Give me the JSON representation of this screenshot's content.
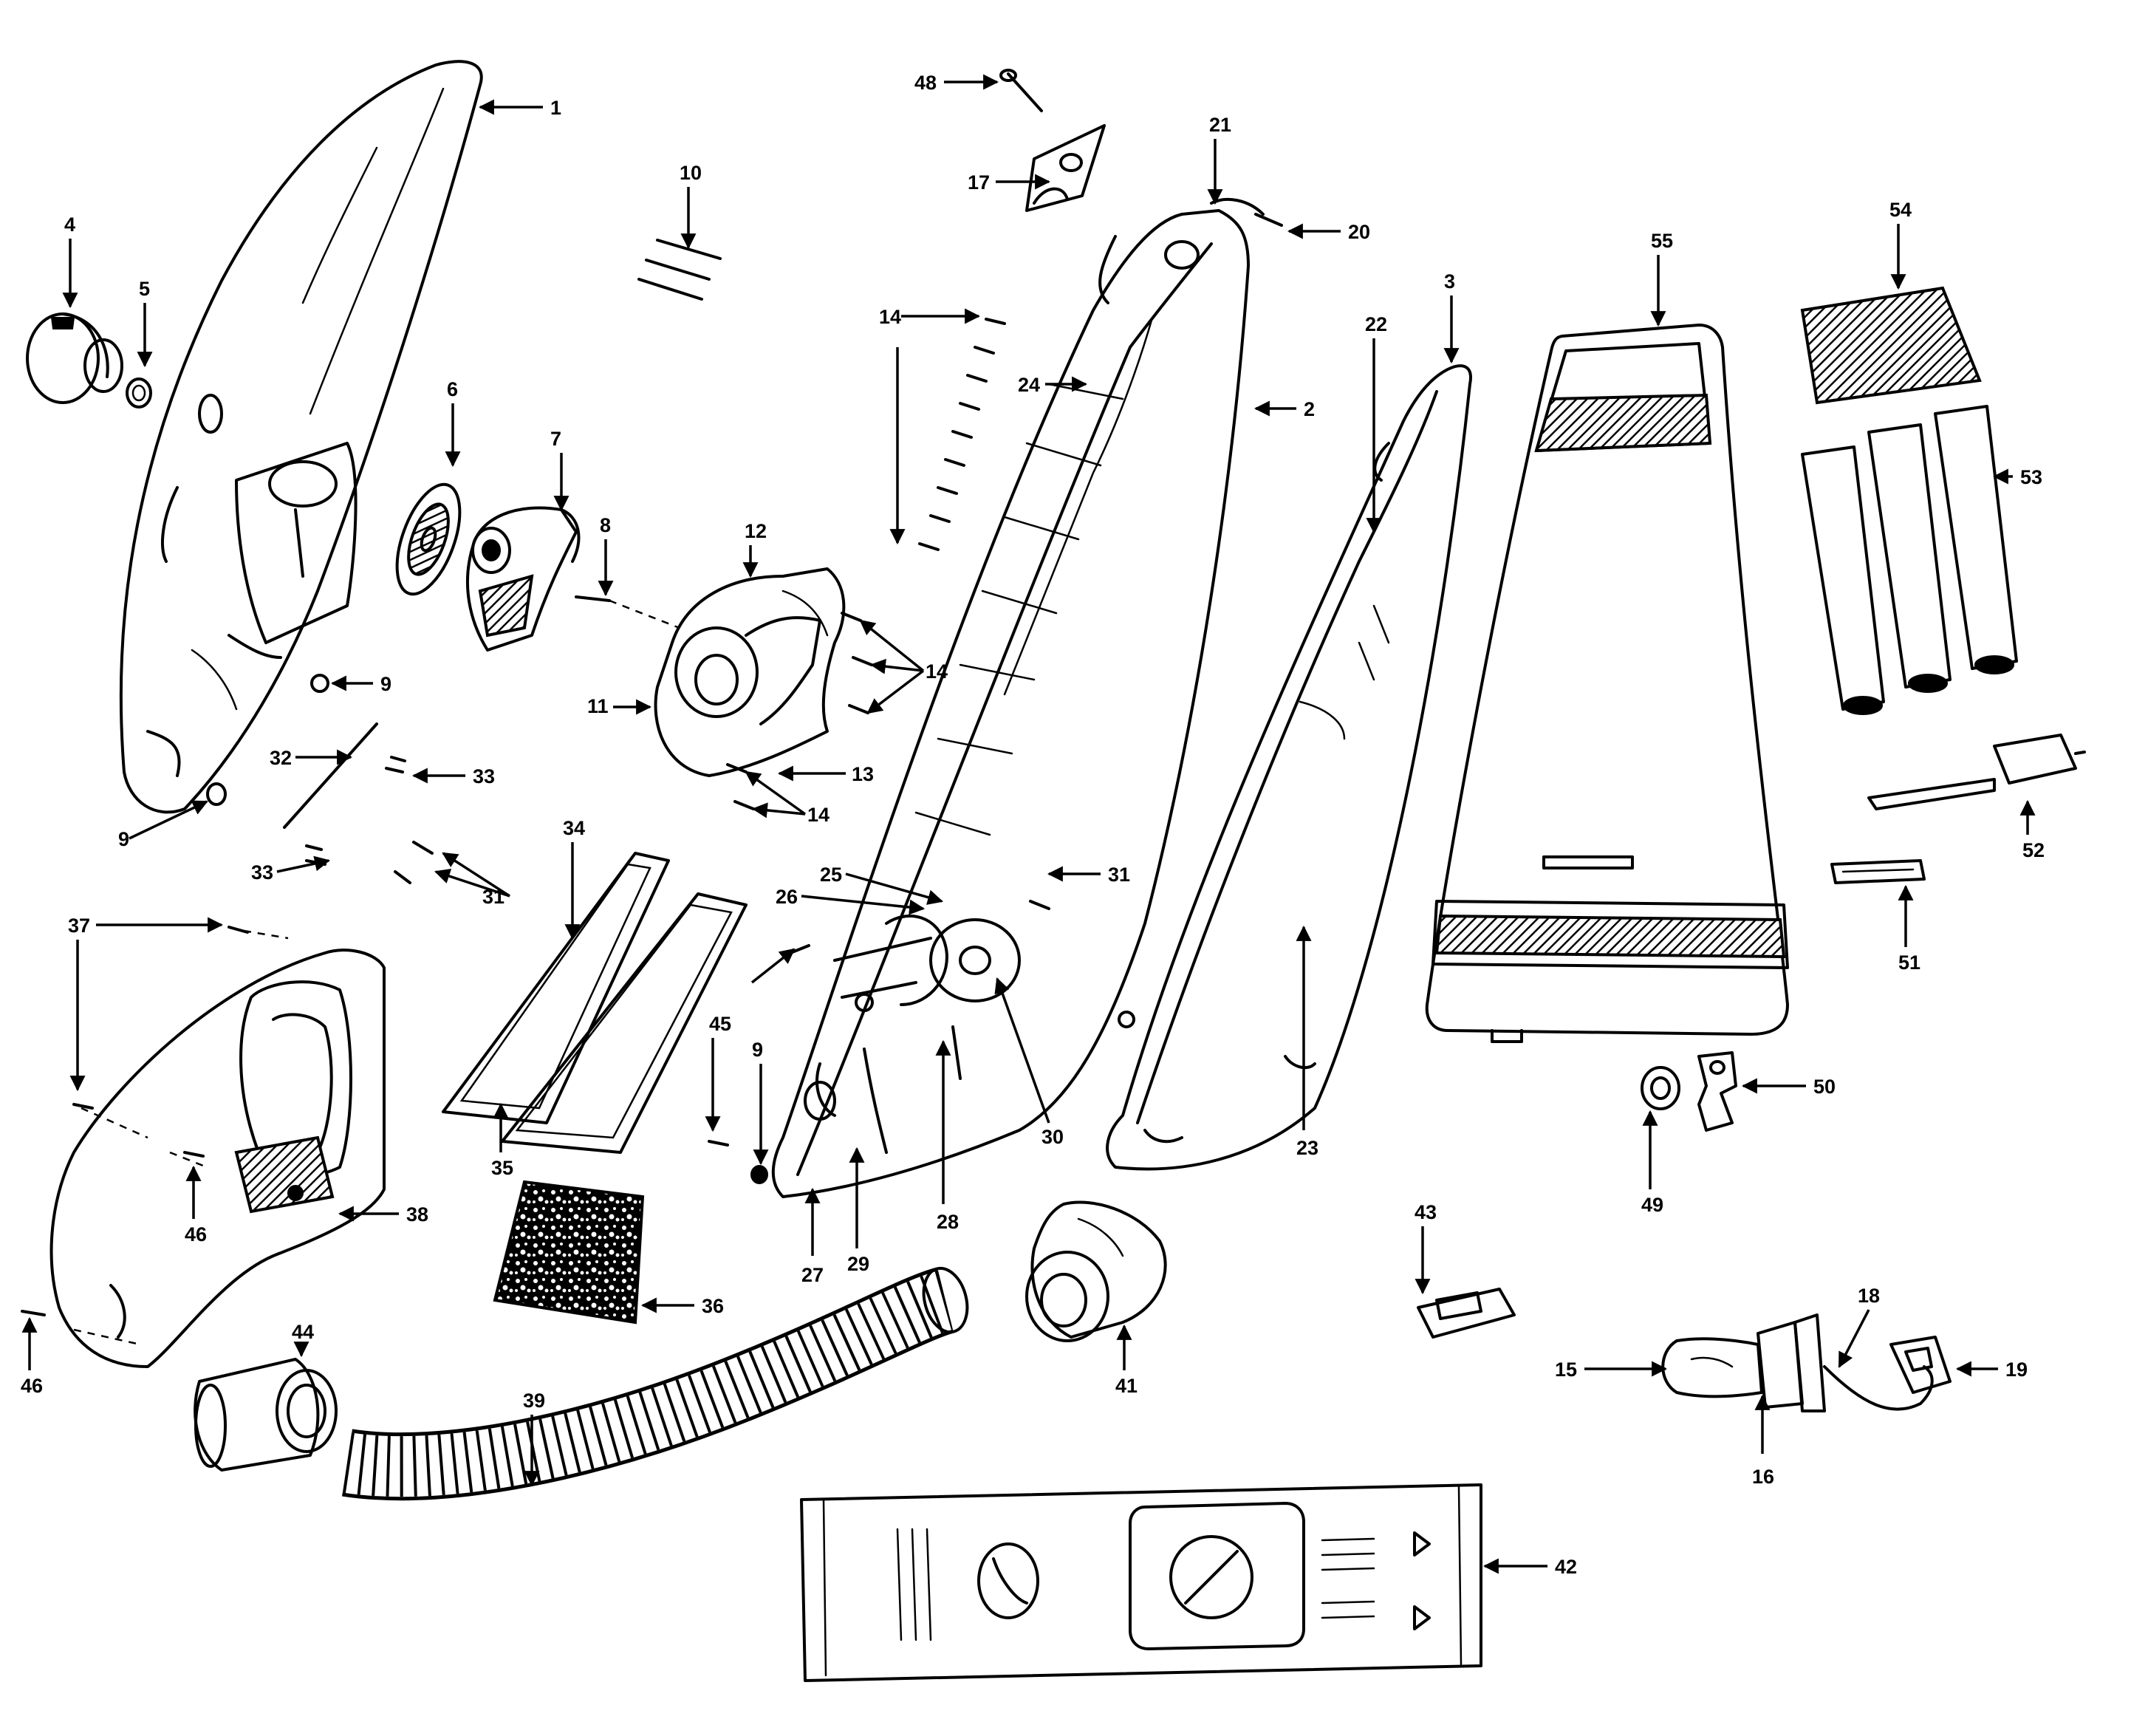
{
  "diagram": {
    "callouts": {
      "c1": "1",
      "c2": "2",
      "c3": "3",
      "c4": "4",
      "c5": "5",
      "c6": "6",
      "c7": "7",
      "c8": "8",
      "c9a": "9",
      "c9b": "9",
      "c9c": "9",
      "c10": "10",
      "c11": "11",
      "c12": "12",
      "c13": "13",
      "c14a": "14",
      "c14b": "14",
      "c14c": "14",
      "c15": "15",
      "c16": "16",
      "c17": "17",
      "c18": "18",
      "c19": "19",
      "c20": "20",
      "c21": "21",
      "c22": "22",
      "c23": "23",
      "c24": "24",
      "c25": "25",
      "c26": "26",
      "c27": "27",
      "c28": "28",
      "c29": "29",
      "c30": "30",
      "c31a": "31",
      "c31b": "31",
      "c32": "32",
      "c33a": "33",
      "c33b": "33",
      "c34": "34",
      "c35": "35",
      "c36": "36",
      "c37": "37",
      "c38": "38",
      "c39": "39",
      "c41": "41",
      "c42": "42",
      "c43": "43",
      "c44": "44",
      "c45": "45",
      "c46a": "46",
      "c46b": "46",
      "c48": "48",
      "c49": "49",
      "c50": "50",
      "c51": "51",
      "c52": "52",
      "c53": "53",
      "c54": "54",
      "c55": "55"
    }
  }
}
